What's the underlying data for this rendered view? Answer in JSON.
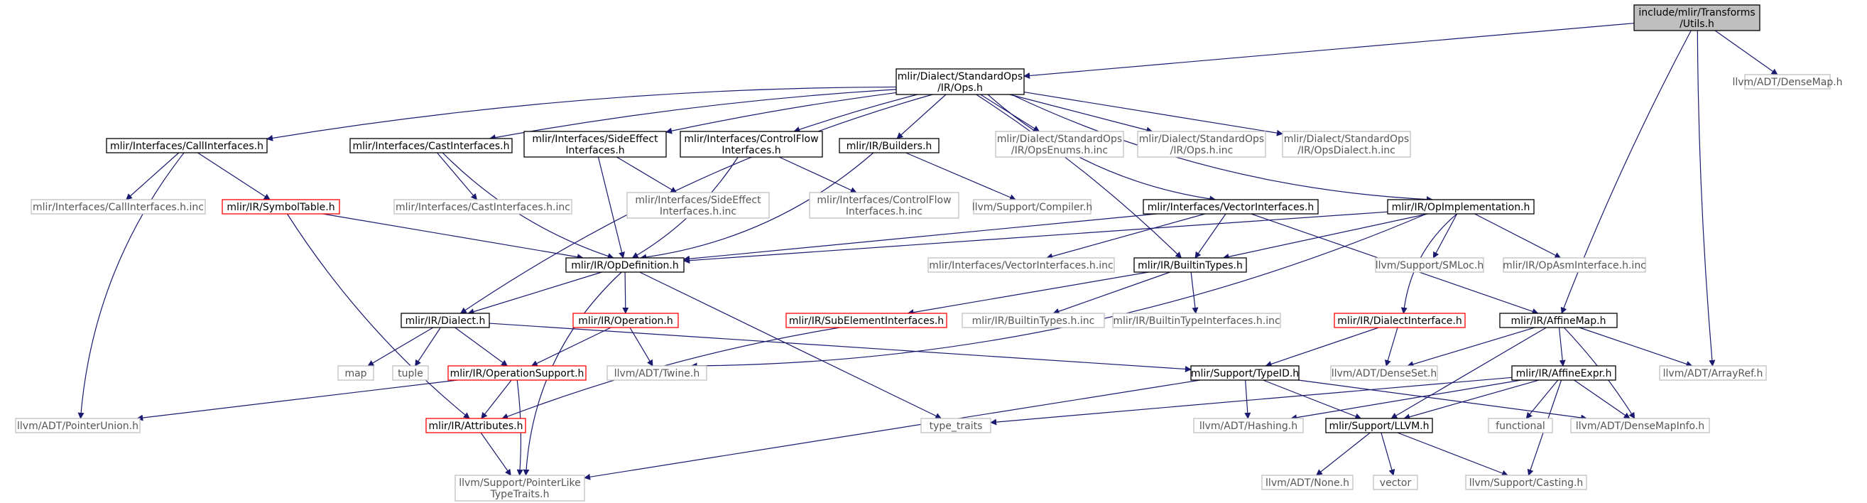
{
  "colors": {
    "edge": "#191970",
    "root_fill": "#bfbfbf",
    "gray_border": "#bfbfbf",
    "red_border": "#ff0000",
    "black_border": "#000000"
  },
  "nodes": {
    "utils": [
      "include/mlir/Transforms",
      "/Utils.h"
    ],
    "ops": [
      "mlir/Dialect/StandardOps",
      "/IR/Ops.h"
    ],
    "densemap": [
      "llvm/ADT/DenseMap.h"
    ],
    "callif": [
      "mlir/Interfaces/CallInterfaces.h"
    ],
    "castif": [
      "mlir/Interfaces/CastInterfaces.h"
    ],
    "sideeff": [
      "mlir/Interfaces/SideEffect",
      "Interfaces.h"
    ],
    "ctrlflow": [
      "mlir/Interfaces/ControlFlow",
      "Interfaces.h"
    ],
    "builders": [
      "mlir/IR/Builders.h"
    ],
    "opsenums": [
      "mlir/Dialect/StandardOps",
      "/IR/OpsEnums.h.inc"
    ],
    "opsinc": [
      "mlir/Dialect/StandardOps",
      "/IR/Ops.h.inc"
    ],
    "opsdialect": [
      "mlir/Dialect/StandardOps",
      "/IR/OpsDialect.h.inc"
    ],
    "callifinc": [
      "mlir/Interfaces/CallInterfaces.h.inc"
    ],
    "symtab": [
      "mlir/IR/SymbolTable.h"
    ],
    "castifinc": [
      "mlir/Interfaces/CastInterfaces.h.inc"
    ],
    "sideeffinc": [
      "mlir/Interfaces/SideEffect",
      "Interfaces.h.inc"
    ],
    "ctrlflowinc": [
      "mlir/Interfaces/ControlFlow",
      "Interfaces.h.inc"
    ],
    "compiler": [
      "llvm/Support/Compiler.h"
    ],
    "vecif": [
      "mlir/Interfaces/VectorInterfaces.h"
    ],
    "opimpl": [
      "mlir/IR/OpImplementation.h"
    ],
    "opdef": [
      "mlir/IR/OpDefinition.h"
    ],
    "vecifinc": [
      "mlir/Interfaces/VectorInterfaces.h.inc"
    ],
    "builtintypes": [
      "mlir/IR/BuiltinTypes.h"
    ],
    "smloc": [
      "llvm/Support/SMLoc.h"
    ],
    "opasm": [
      "mlir/IR/OpAsmInterface.h.inc"
    ],
    "dialect": [
      "mlir/IR/Dialect.h"
    ],
    "operation": [
      "mlir/IR/Operation.h"
    ],
    "subelem": [
      "mlir/IR/SubElementInterfaces.h"
    ],
    "btinc": [
      "mlir/IR/BuiltinTypes.h.inc"
    ],
    "btifinc": [
      "mlir/IR/BuiltinTypeInterfaces.h.inc"
    ],
    "dialectif": [
      "mlir/IR/DialectInterface.h"
    ],
    "affinemap": [
      "mlir/IR/AffineMap.h"
    ],
    "map": [
      "map"
    ],
    "tuple": [
      "tuple"
    ],
    "opsupport": [
      "mlir/IR/OperationSupport.h"
    ],
    "twine": [
      "llvm/ADT/Twine.h"
    ],
    "typeid": [
      "mlir/Support/TypeID.h"
    ],
    "denseset": [
      "llvm/ADT/DenseSet.h"
    ],
    "affineexpr": [
      "mlir/IR/AffineExpr.h"
    ],
    "arrayref": [
      "llvm/ADT/ArrayRef.h"
    ],
    "ptrunion": [
      "llvm/ADT/PointerUnion.h"
    ],
    "attrs": [
      "mlir/IR/Attributes.h"
    ],
    "typetraits": [
      "type_traits"
    ],
    "hashing": [
      "llvm/ADT/Hashing.h"
    ],
    "llvmh": [
      "mlir/Support/LLVM.h"
    ],
    "functional": [
      "functional"
    ],
    "dmapinfo": [
      "llvm/ADT/DenseMapInfo.h"
    ],
    "ptrlike": [
      "llvm/Support/PointerLike",
      "TypeTraits.h"
    ],
    "none": [
      "llvm/ADT/None.h"
    ],
    "vector": [
      "vector"
    ],
    "casting": [
      "llvm/Support/Casting.h"
    ]
  }
}
